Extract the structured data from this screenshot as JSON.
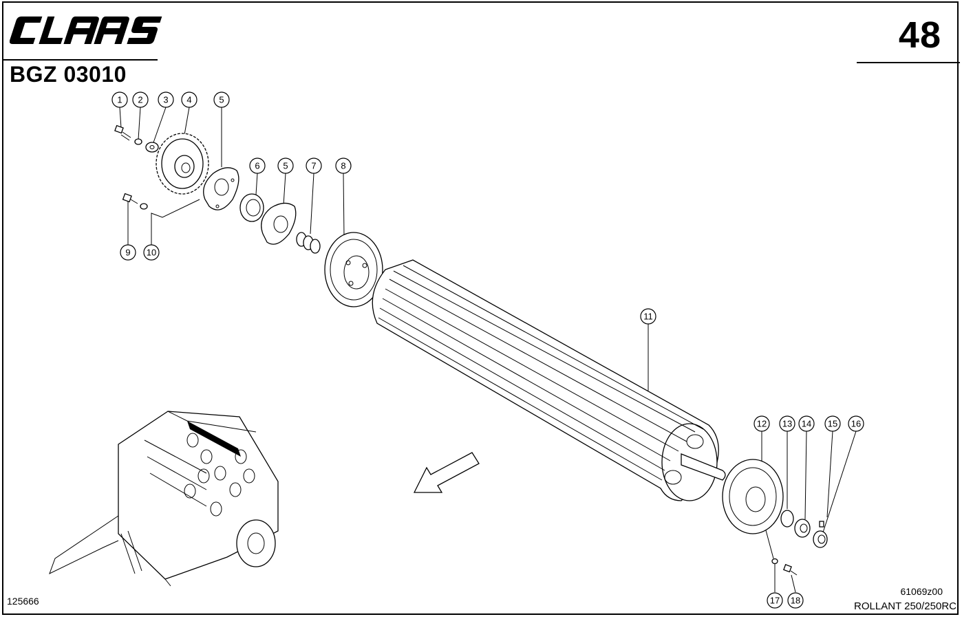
{
  "header": {
    "brand": "CLAAS",
    "page_number": "48",
    "doc_code": "BGZ 03010"
  },
  "footer": {
    "left_ref": "125666",
    "drawing_ref": "61069z00",
    "model": "ROLLANT 250/250RC"
  },
  "callouts": [
    "1",
    "2",
    "3",
    "4",
    "5",
    "6",
    "5",
    "7",
    "8",
    "9",
    "10",
    "11",
    "12",
    "13",
    "14",
    "15",
    "16",
    "17",
    "18"
  ],
  "colors": {
    "ink": "#000000",
    "paper": "#ffffff"
  }
}
